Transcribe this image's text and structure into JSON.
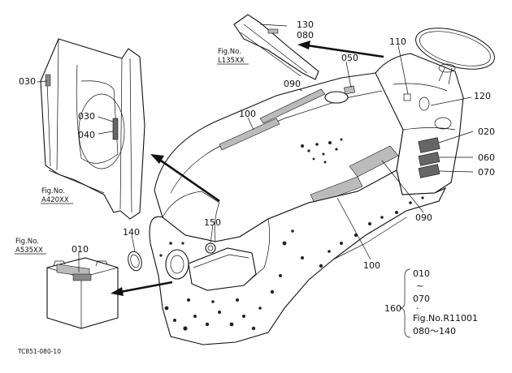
{
  "parts": {
    "p010": "010",
    "p020": "020",
    "p030_left": "030",
    "p030_inner": "030",
    "p040": "040",
    "p050": "050",
    "p060": "060",
    "p070": "070",
    "p080_top": "080",
    "p090_top": "090",
    "p090_right": "090",
    "p100_top": "100",
    "p100_bottom": "100",
    "p110": "110",
    "p120": "120",
    "p130": "130",
    "p140": "140",
    "p150": "150",
    "p160": "160"
  },
  "figure_refs": {
    "fan_shroud": {
      "line1": "Fig.No.",
      "line2": "A420XX"
    },
    "hood_panel": {
      "line1": "Fig.No.",
      "line2": "L135XX"
    },
    "battery": {
      "line1": "Fig.No.",
      "line2": "A535XX"
    }
  },
  "kit_list": {
    "start": "010",
    "tilde": "~",
    "end": "070",
    "bullet": "·",
    "ref": "Fig.No.R11001",
    "range": "080～140"
  },
  "drawing_code": "TC851-080-10",
  "colors": {
    "line": "#111111",
    "decal": "#bbbbbb",
    "background": "#ffffff"
  }
}
